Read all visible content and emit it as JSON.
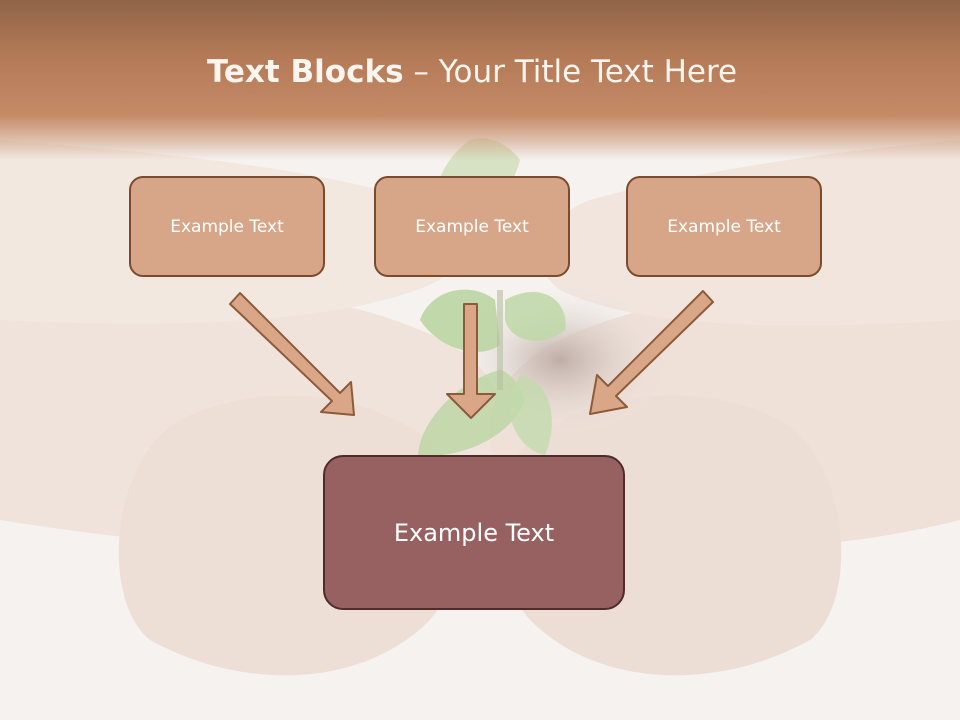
{
  "slide": {
    "title_bold": "Text Blocks",
    "title_rest": " – Your Title Text Here"
  },
  "blocks": [
    {
      "label": "Example Text"
    },
    {
      "label": "Example Text"
    },
    {
      "label": "Example Text"
    }
  ],
  "result_block": {
    "label": "Example Text"
  },
  "colors": {
    "title_band": "#b47a57",
    "small_box_fill": "#d7a688",
    "small_box_border": "#7c4a2c",
    "result_box_fill": "#976162",
    "result_box_border": "#4f2b2b",
    "arrow_fill": "#d9a688",
    "arrow_border": "#8d5a3a"
  },
  "background_image": "hands-holding-seedling"
}
